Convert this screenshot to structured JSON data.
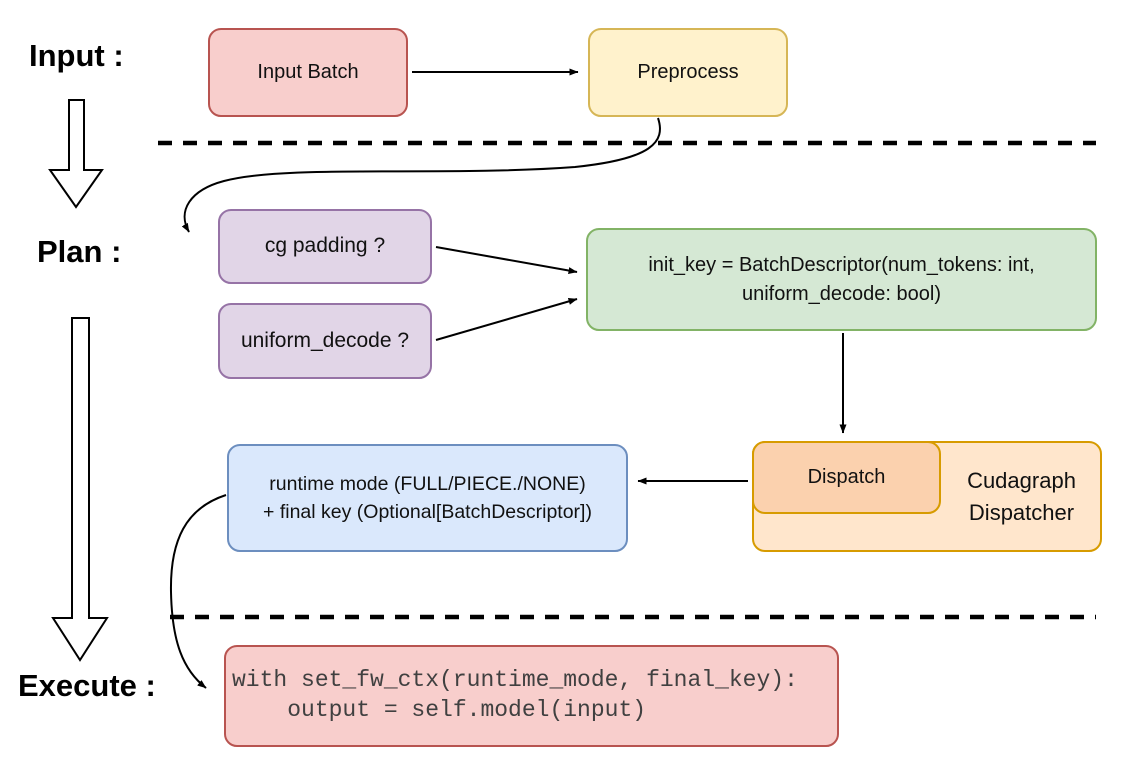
{
  "sections": {
    "input_label": "Input :",
    "plan_label": "Plan :",
    "execute_label": "Execute :"
  },
  "nodes": {
    "input_batch": {
      "label": "Input Batch"
    },
    "preprocess": {
      "label": "Preprocess"
    },
    "cg_padding": {
      "label": "cg padding ?"
    },
    "uniform_decode": {
      "label": "uniform_decode ?"
    },
    "init_key": {
      "line1": "init_key = BatchDescriptor(num_tokens: int,",
      "line2": "uniform_decode: bool)"
    },
    "dispatch": {
      "label": "Dispatch"
    },
    "cudagraph_dispatcher": {
      "line1": "Cudagraph",
      "line2": "Dispatcher"
    },
    "runtime_mode": {
      "line1": "runtime mode (FULL/PIECE./NONE)",
      "line2": "+ final key (Optional[BatchDescriptor])"
    },
    "execute_code": {
      "line1": "with set_fw_ctx(runtime_mode, final_key):",
      "line2": "    output = self.model(input)"
    }
  },
  "colors": {
    "red_fill": "#f8cecc",
    "red_stroke": "#b85450",
    "yellow_fill": "#fff2cc",
    "yellow_stroke": "#d6b656",
    "purple_fill": "#e1d5e7",
    "purple_stroke": "#9673a6",
    "green_fill": "#d5e8d4",
    "green_stroke": "#82b366",
    "orange_fill": "#ffe6cc",
    "orange_inner_fill": "#fbd1ae",
    "orange_stroke": "#d79b00",
    "blue_fill": "#dae8fc",
    "blue_stroke": "#6c8ebf",
    "arrow_color": "#000000",
    "code_text_color": "#404040"
  }
}
